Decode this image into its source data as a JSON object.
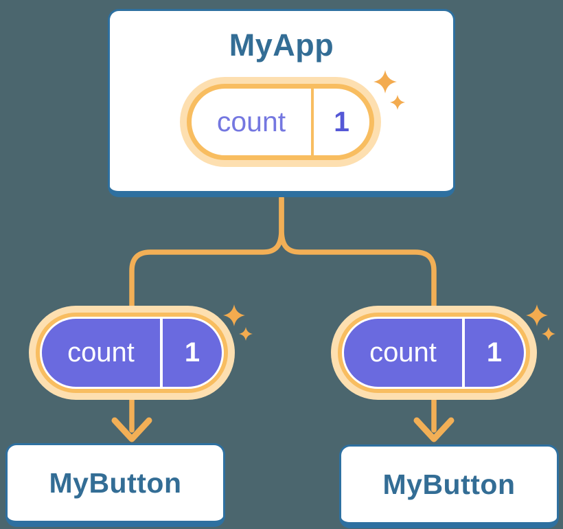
{
  "diagram": {
    "root": {
      "title": "MyApp",
      "state": {
        "name": "count",
        "value": "1"
      }
    },
    "children": [
      {
        "title": "MyButton",
        "prop": {
          "name": "count",
          "value": "1"
        }
      },
      {
        "title": "MyButton",
        "prop": {
          "name": "count",
          "value": "1"
        }
      }
    ],
    "icons": {
      "sparkles": "✦",
      "arrow_down": "↓"
    },
    "colors": {
      "background": "#4B666E",
      "card_fill": "#FFFFFF",
      "card_border": "#2E70A0",
      "card_text": "#336D95",
      "connector_orange": "#F2AF56",
      "pill_ring_orange": "#F8BD60",
      "pill_glow_orange": "#FDDFB0",
      "pill_purple": "#6A6ADF",
      "state_name_purple": "#7477E0",
      "state_value_purple": "#5558D6",
      "sparkle_orange": "#F3AB4F"
    }
  }
}
